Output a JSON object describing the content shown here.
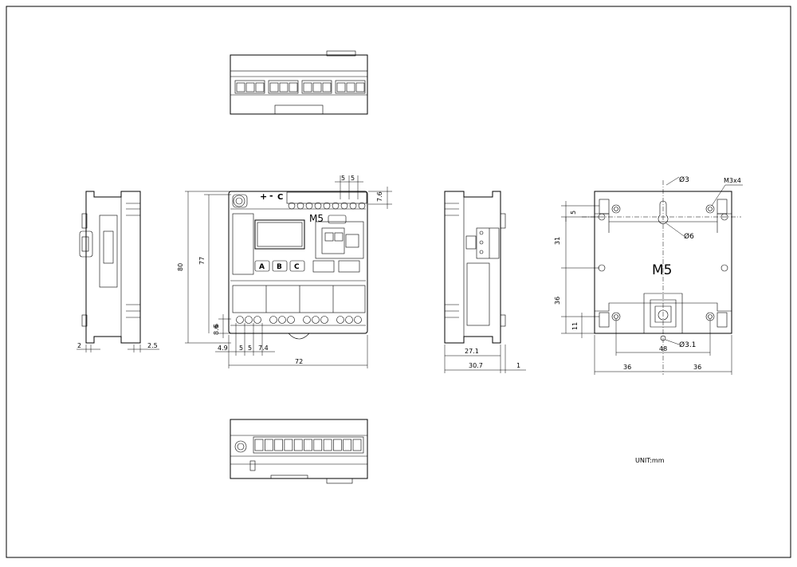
{
  "front": {
    "polarity_plus": "+",
    "polarity_minus": "-",
    "polarity_c": "C",
    "logo": "M5",
    "buttons": [
      "A",
      "B",
      "C"
    ]
  },
  "rear": {
    "logo": "M5"
  },
  "dimensions": {
    "front_top_pitch_1": "5",
    "front_top_pitch_2": "5",
    "front_top_offset": "7.6",
    "front_height_overall": "80",
    "front_height_body": "77",
    "front_term_row_height": "8.6",
    "front_term_row_offset": "6",
    "front_term_first": "4.9",
    "front_term_pitch_1": "5",
    "front_term_pitch_2": "5",
    "front_term_group": "7.4",
    "front_width": "72",
    "side_left_1": "2",
    "side_left_2": "2.5",
    "side_right_body": "27.1",
    "side_right_overall": "30.7",
    "side_right_rail": "1",
    "rear_hole_small": "3",
    "rear_hole_key": "6",
    "rear_screw": "M3x4",
    "rear_top_gap": "5",
    "rear_upper_pitch": "31",
    "rear_lower_pitch": "36",
    "rear_bottom_gap": "11",
    "rear_bottom_hole": "3.1",
    "rear_center_pitch": "48",
    "rear_width_left": "36",
    "rear_width_right": "36"
  },
  "unit_label": "UNIT:mm"
}
